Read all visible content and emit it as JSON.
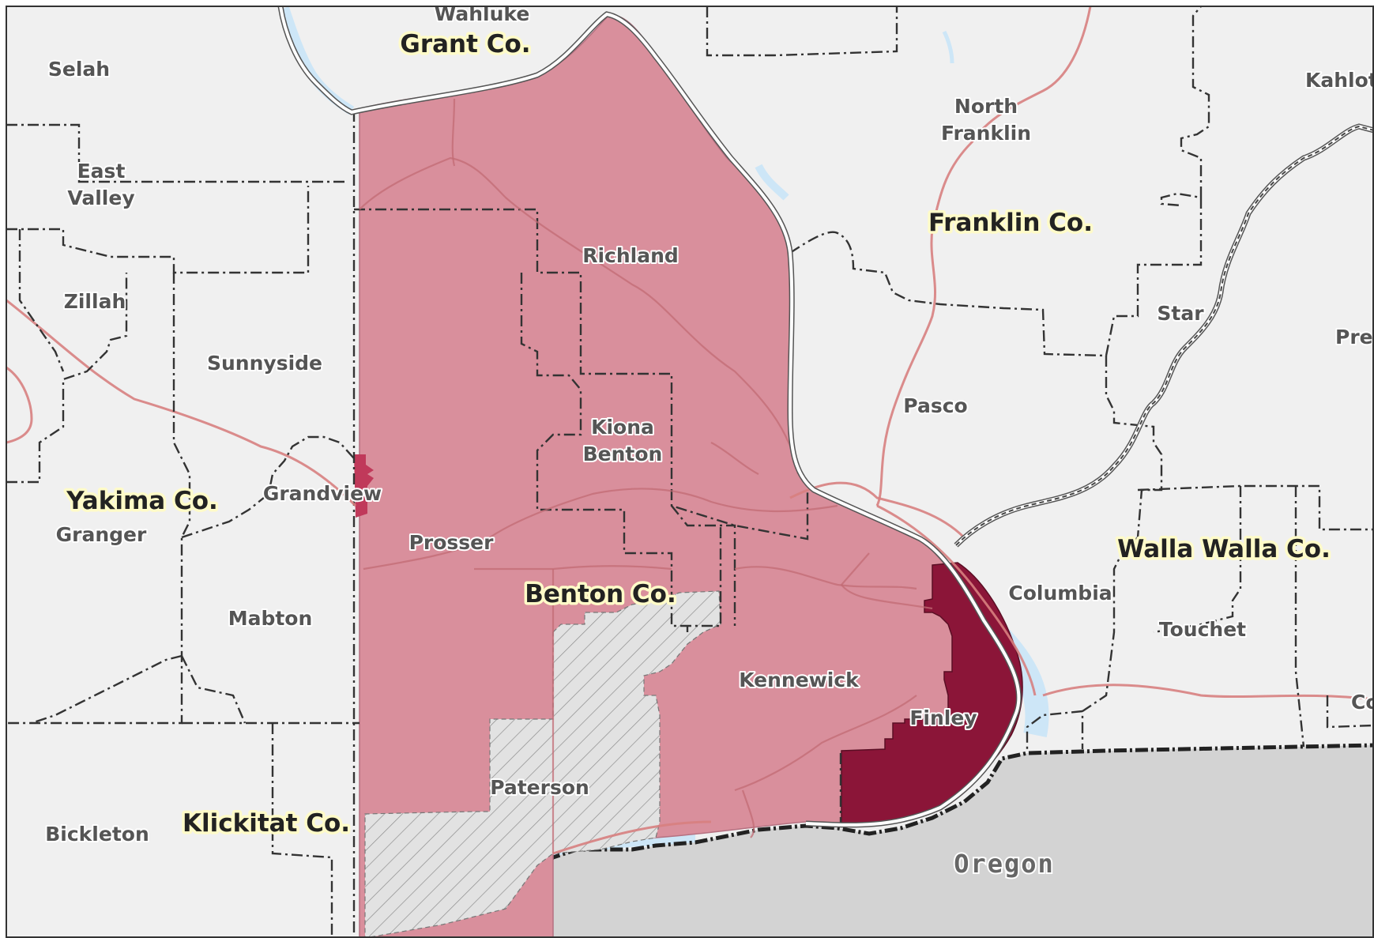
{
  "colors": {
    "background": "#f0f0f0",
    "oregon": "#d3d3d3",
    "benton_district": "#d98f9c",
    "highlight_district": "#8b1538",
    "grandview_sliver": "#c0395a",
    "no_data_hatch": "#e2e2e2",
    "water": "#cde6f7",
    "roads": "#d77f7f"
  },
  "map": {
    "districts": [
      {
        "name": "Wahluke"
      },
      {
        "name": "Selah"
      },
      {
        "name": "East\nValley"
      },
      {
        "name": "Zillah"
      },
      {
        "name": "Sunnyside"
      },
      {
        "name": "Grandview"
      },
      {
        "name": "Granger"
      },
      {
        "name": "Mabton"
      },
      {
        "name": "Bickleton"
      },
      {
        "name": "Richland"
      },
      {
        "name": "Kiona\nBenton"
      },
      {
        "name": "Prosser"
      },
      {
        "name": "Paterson"
      },
      {
        "name": "Kennewick"
      },
      {
        "name": "Finley"
      },
      {
        "name": "North\nFranklin"
      },
      {
        "name": "Pasco"
      },
      {
        "name": "Star"
      },
      {
        "name": "Kahlotus"
      },
      {
        "name": "Prescott"
      },
      {
        "name": "Columbia"
      },
      {
        "name": "Touchet"
      },
      {
        "name": "College Place"
      }
    ],
    "counties": [
      {
        "name": "Grant Co."
      },
      {
        "name": "Yakima Co."
      },
      {
        "name": "Klickitat Co."
      },
      {
        "name": "Benton Co."
      },
      {
        "name": "Franklin Co."
      },
      {
        "name": "Walla Walla Co."
      }
    ],
    "state": {
      "name": "Oregon"
    }
  }
}
